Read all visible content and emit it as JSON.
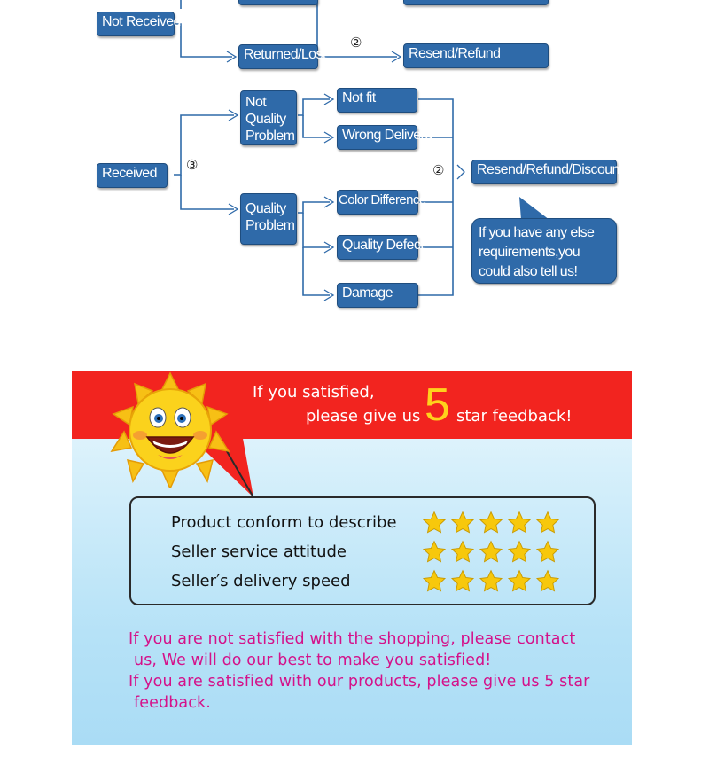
{
  "flow": {
    "not_received": "Not Received",
    "returned_lost": "Returned/Lost",
    "resend_refund": "Resend/Refund",
    "received": "Received",
    "not_quality_problem": "Not Quality Problem",
    "not_fit": "Not fit",
    "wrong_delivery": "Wrong Deliveru",
    "quality_problem": "Quality Problem",
    "color_difference": "Color Difference",
    "quality_defect": "Quality Defect",
    "damage": "Damage",
    "resend_refund_discount": "Resend/Refund/Discount",
    "note": "If you have any else requirements,you could also tell us!",
    "step2a": "②",
    "step2b": "②",
    "step3": "③"
  },
  "feedback": {
    "banner_line1": "If you satisfied,",
    "banner_line2a": "please give us",
    "banner_five": "5",
    "banner_line2b": "star feedback!",
    "ratings": [
      {
        "label": "Product conform to describe",
        "stars": 5
      },
      {
        "label": "Seller service attitude",
        "stars": 5
      },
      {
        "label": "Seller′s delivery speed",
        "stars": 5
      }
    ],
    "msg1a": "If you are not satisfied with the shopping, please contact",
    "msg1b": "us, We will do our best to make you satisfied!",
    "msg2a": "If you are satisfied with our products, please give us 5 star",
    "msg2b": "feedback."
  },
  "colors": {
    "box": "#2f6aa9",
    "banner": "#f2241f",
    "pink": "#d4128a",
    "star": "#f7c80c"
  }
}
